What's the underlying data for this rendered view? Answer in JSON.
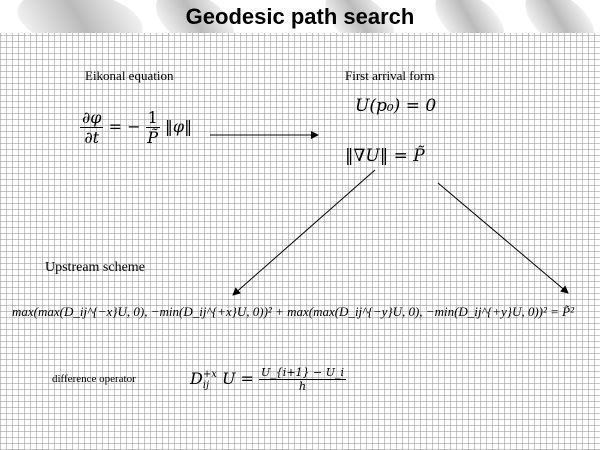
{
  "title": "Geodesic path search",
  "eikonal": {
    "label": "Eikonal equation",
    "lhs_num": "∂φ",
    "lhs_den": "∂t",
    "equals": "= −",
    "rhs_num": "1",
    "rhs_den": "P̃",
    "rhs_tail": "‖φ‖"
  },
  "first_arrival": {
    "label": "First arrival form",
    "eq1": "U(p₀) = 0",
    "eq2": "‖∇U‖ = P̃"
  },
  "upstream": {
    "label": "Upstream scheme",
    "equation": "max(max(D_ij^{−x}U, 0), −min(D_ij^{+x}U, 0))² + max(max(D_ij^{−y}U, 0), −min(D_ij^{+y}U, 0))² = P̃²"
  },
  "difference": {
    "label": "difference operator",
    "lhs": "D",
    "lhs_sup": "+x",
    "lhs_sub": "ij",
    "lhs_tail": "U =",
    "num": "U_{i+1} − U_i",
    "den": "h"
  }
}
